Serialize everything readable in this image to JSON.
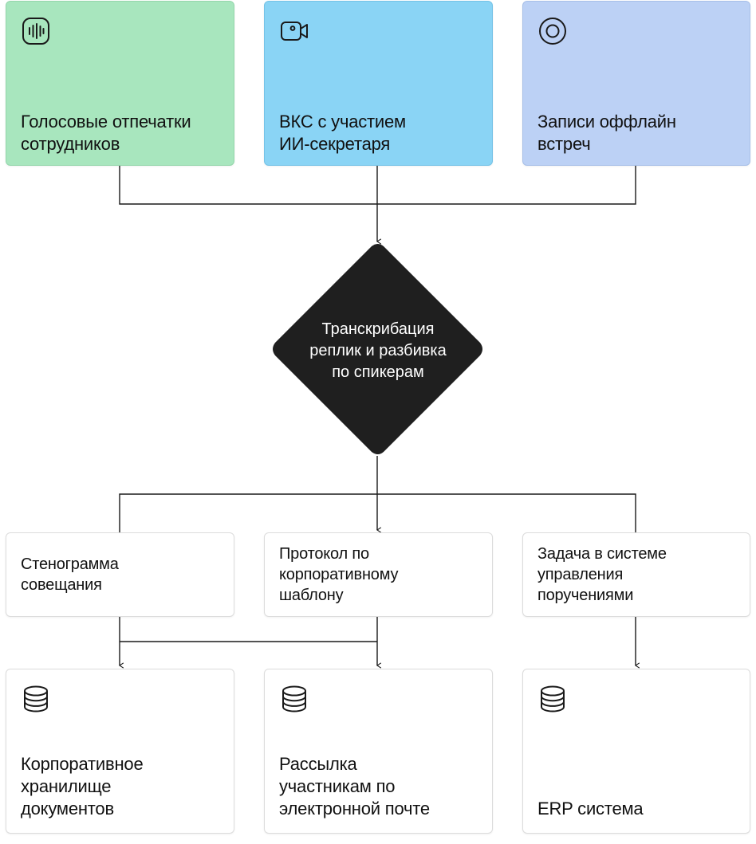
{
  "colors": {
    "voice": "#a8e6be",
    "vks": "#8ad4f5",
    "offline": "#bcd1f5",
    "diamond": "#1f1f1f",
    "line": "#1a1a1a"
  },
  "sources": [
    {
      "icon": "audio-waveform-icon",
      "label": "Голосовые отпечатки\nсотрудников"
    },
    {
      "icon": "video-camera-icon",
      "label": "ВКС с участием\nИИ-секретаря"
    },
    {
      "icon": "record-circle-icon",
      "label": "Записи оффлайн\nвстреч"
    }
  ],
  "process": {
    "label": "Транскрибация\nреплик и разбивка\nпо спикерам"
  },
  "outputs": [
    {
      "label": "Стенограмма\nсовещания"
    },
    {
      "label": "Протокол по\nкорпоративному\nшаблону"
    },
    {
      "label": "Задача в системе\nуправления\nпоручениями"
    }
  ],
  "destinations": [
    {
      "icon": "database-icon",
      "label": "Корпоративное\nхранилище\nдокументов"
    },
    {
      "icon": "database-icon",
      "label": "Рассылка\nучастникам по\nэлектронной почте"
    },
    {
      "icon": "database-icon",
      "label": "ERP система"
    }
  ]
}
